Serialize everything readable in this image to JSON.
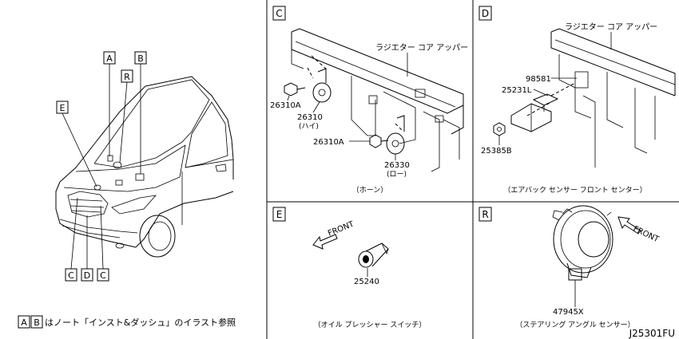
{
  "diagram_id": "J25301FU",
  "footnote": {
    "refs": [
      "A",
      "B"
    ],
    "text": "はノート「インスト&ダッシュ」のイラスト参照"
  },
  "overview": {
    "callouts": [
      "A",
      "R",
      "B",
      "E",
      "C",
      "D",
      "C"
    ]
  },
  "panels": {
    "C": {
      "letter": "C",
      "radiator_label": "ラジエター コア アッパー",
      "parts": [
        "26310A",
        "26310",
        "(ハイ)",
        "26310A",
        "26330",
        "(ロー)"
      ],
      "caption": "（ホーン）"
    },
    "D": {
      "letter": "D",
      "radiator_label": "ラジエター コア アッパー",
      "parts": [
        "98581",
        "25231L",
        "25385B"
      ],
      "caption": "（エアバック センサー フロント センター）"
    },
    "E": {
      "letter": "E",
      "front_label": "FRONT",
      "parts": [
        "25240"
      ],
      "caption": "（オイル プレッシャー スイッチ）"
    },
    "R": {
      "letter": "R",
      "front_label": "FRONT",
      "parts": [
        "47945X"
      ],
      "caption": "（ステアリング アングル センサー）"
    }
  }
}
